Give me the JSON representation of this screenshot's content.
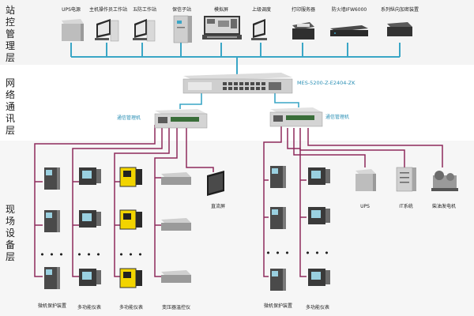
{
  "layers": [
    {
      "title": "站控管理层"
    },
    {
      "title": "网络通讯层"
    },
    {
      "title": "现场设备层"
    }
  ],
  "top_devices": [
    {
      "label": "UPS电源"
    },
    {
      "label": "主机操作员工作站"
    },
    {
      "label": "五防工作站"
    },
    {
      "label": "保信子站"
    },
    {
      "label": "模拟屏"
    },
    {
      "label": "上级调度"
    },
    {
      "label": "打印服务器"
    },
    {
      "label": "防火墙IFW6000"
    },
    {
      "label": "系列纵向加密装置"
    }
  ],
  "switch": {
    "label": "MES-5200-Z-E2404-ZK"
  },
  "comm_managers": [
    {
      "label": "通信管理机"
    },
    {
      "label": "通信管理机"
    }
  ],
  "left_group": {
    "dots": "• • •",
    "columns": [
      {
        "label": "微机保护装置"
      },
      {
        "label": "多功能仪表"
      },
      {
        "label": "多功能仪表"
      },
      {
        "label": "变压器温控仪"
      },
      {
        "label": "直流屏"
      }
    ]
  },
  "right_group": {
    "dots": "• • •",
    "columns": [
      {
        "label": "微机保护装置"
      },
      {
        "label": "多功能仪表"
      },
      {
        "label": "UPS"
      },
      {
        "label": "IT系统"
      },
      {
        "label": "柴油发电机"
      }
    ]
  },
  "colors": {
    "top_line": "#3aa6c6",
    "field_line": "#8e2a5c",
    "layer_band": "#f1f1f1",
    "accent_text": "#2a8fb5"
  }
}
